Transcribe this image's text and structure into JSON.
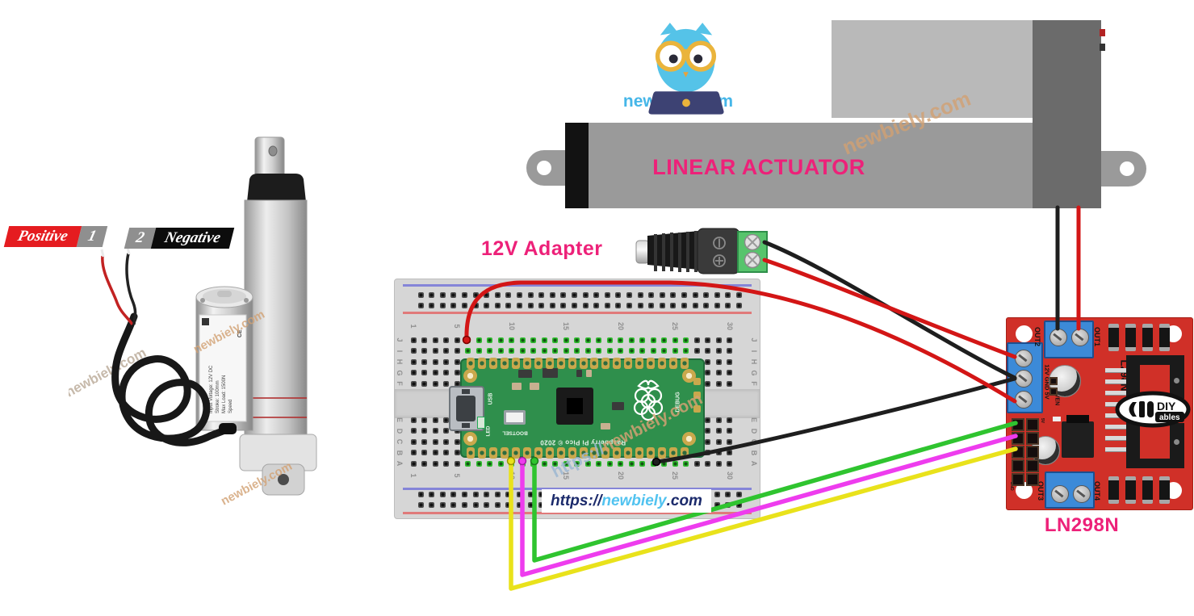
{
  "brand": {
    "site_text": "newbiely.com",
    "url_prefix": "https://",
    "url_brand": "newbiely",
    "url_suffix": ".com",
    "logo_blue": "#45b6e8",
    "accent_pink": "#ed2179",
    "watermark_tan": "#d2a173",
    "watermark_blue": "#9db8d2"
  },
  "headings": {
    "linear_actuator": "LINEAR ACTUATOR",
    "adapter": "12V Adapter",
    "driver": "LN298N"
  },
  "actuator_photo": {
    "positive": "Positive",
    "negative": "Negative",
    "num1": "1",
    "num2": "2",
    "spec_lines": [
      "Input Voltage: 12V DC",
      "Stroke: 100mm",
      "Max Load: 1500N",
      "Speed"
    ],
    "ce_mark": "CE"
  },
  "adapter": {
    "minus": "−",
    "plus": "+"
  },
  "breadboard": {
    "column_numbers": [
      "1",
      "5",
      "10",
      "15",
      "20",
      "25",
      "30"
    ],
    "row_letters_top": [
      "J",
      "I",
      "H",
      "G",
      "F"
    ],
    "row_letters_bottom": [
      "E",
      "D",
      "C",
      "B",
      "A"
    ]
  },
  "pico": {
    "board_text": "Raspberry Pi Pico © 2020",
    "usb_label": "USB",
    "led_label": "LED",
    "bootsel_label": "BOOTSEL",
    "debug_label": "DEBUG"
  },
  "l298n": {
    "chip_label": "L298N",
    "out1": "OUT1",
    "out2": "OUT2",
    "out3": "OUT3",
    "out4": "OUT4",
    "power_labels": "12V GND 5V",
    "jumper_label": "5VEN",
    "pin_5v": "5V",
    "pin_gnd": "GND",
    "logo_diy": "DIY",
    "logo_ables": "ables"
  },
  "wire_colors": {
    "red": "#d31616",
    "black": "#1e1e1e",
    "green": "#2fc42f",
    "magenta": "#ee3cee",
    "yellow": "#e9e21b"
  }
}
